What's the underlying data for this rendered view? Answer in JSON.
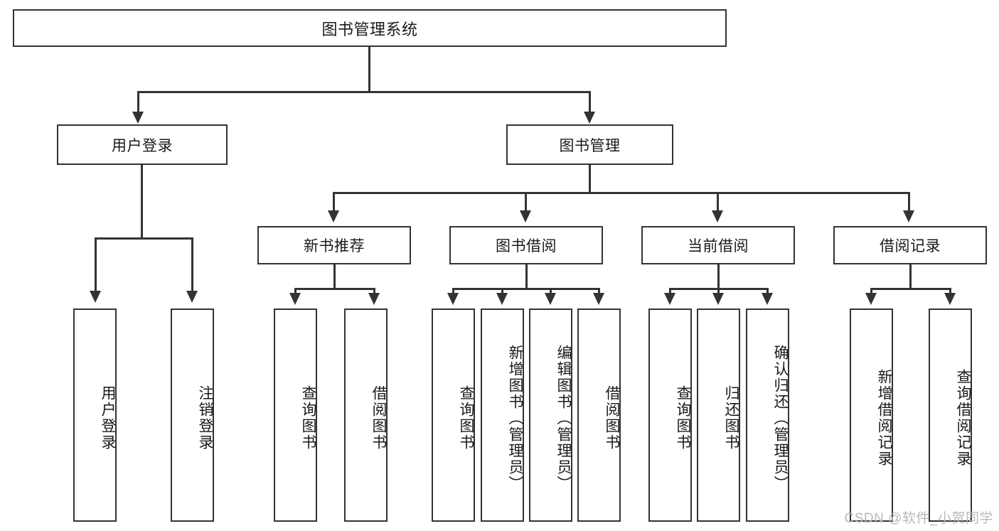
{
  "diagram": {
    "type": "hierarchy-tree",
    "title": "图书管理系统",
    "root": {
      "label": "图书管理系统"
    },
    "level2": [
      {
        "label": "用户登录"
      },
      {
        "label": "图书管理"
      }
    ],
    "level3": [
      {
        "label": "新书推荐"
      },
      {
        "label": "图书借阅"
      },
      {
        "label": "当前借阅"
      },
      {
        "label": "借阅记录"
      }
    ],
    "leaves": {
      "user_login": [
        {
          "label": "用户登录"
        },
        {
          "label": "注销登录"
        }
      ],
      "new_book_recommend": [
        {
          "label": "查询图书"
        },
        {
          "label": "借阅图书"
        }
      ],
      "book_borrow": [
        {
          "label": "查询图书"
        },
        {
          "label": "新增图书（管理员）"
        },
        {
          "label": "编辑图书（管理员）"
        },
        {
          "label": "借阅图书"
        }
      ],
      "current_borrow": [
        {
          "label": "查询图书"
        },
        {
          "label": "归还图书"
        },
        {
          "label": "确认归还（管理员）"
        }
      ],
      "borrow_record": [
        {
          "label": "新增借阅记录"
        },
        {
          "label": "查询借阅记录"
        }
      ]
    }
  },
  "watermark": {
    "text": "CSDN @软件_小贺同学"
  },
  "colors": {
    "stroke": "#333333",
    "text": "#1a1a1a",
    "background": "#ffffff",
    "watermark": "#b9b9b9"
  }
}
